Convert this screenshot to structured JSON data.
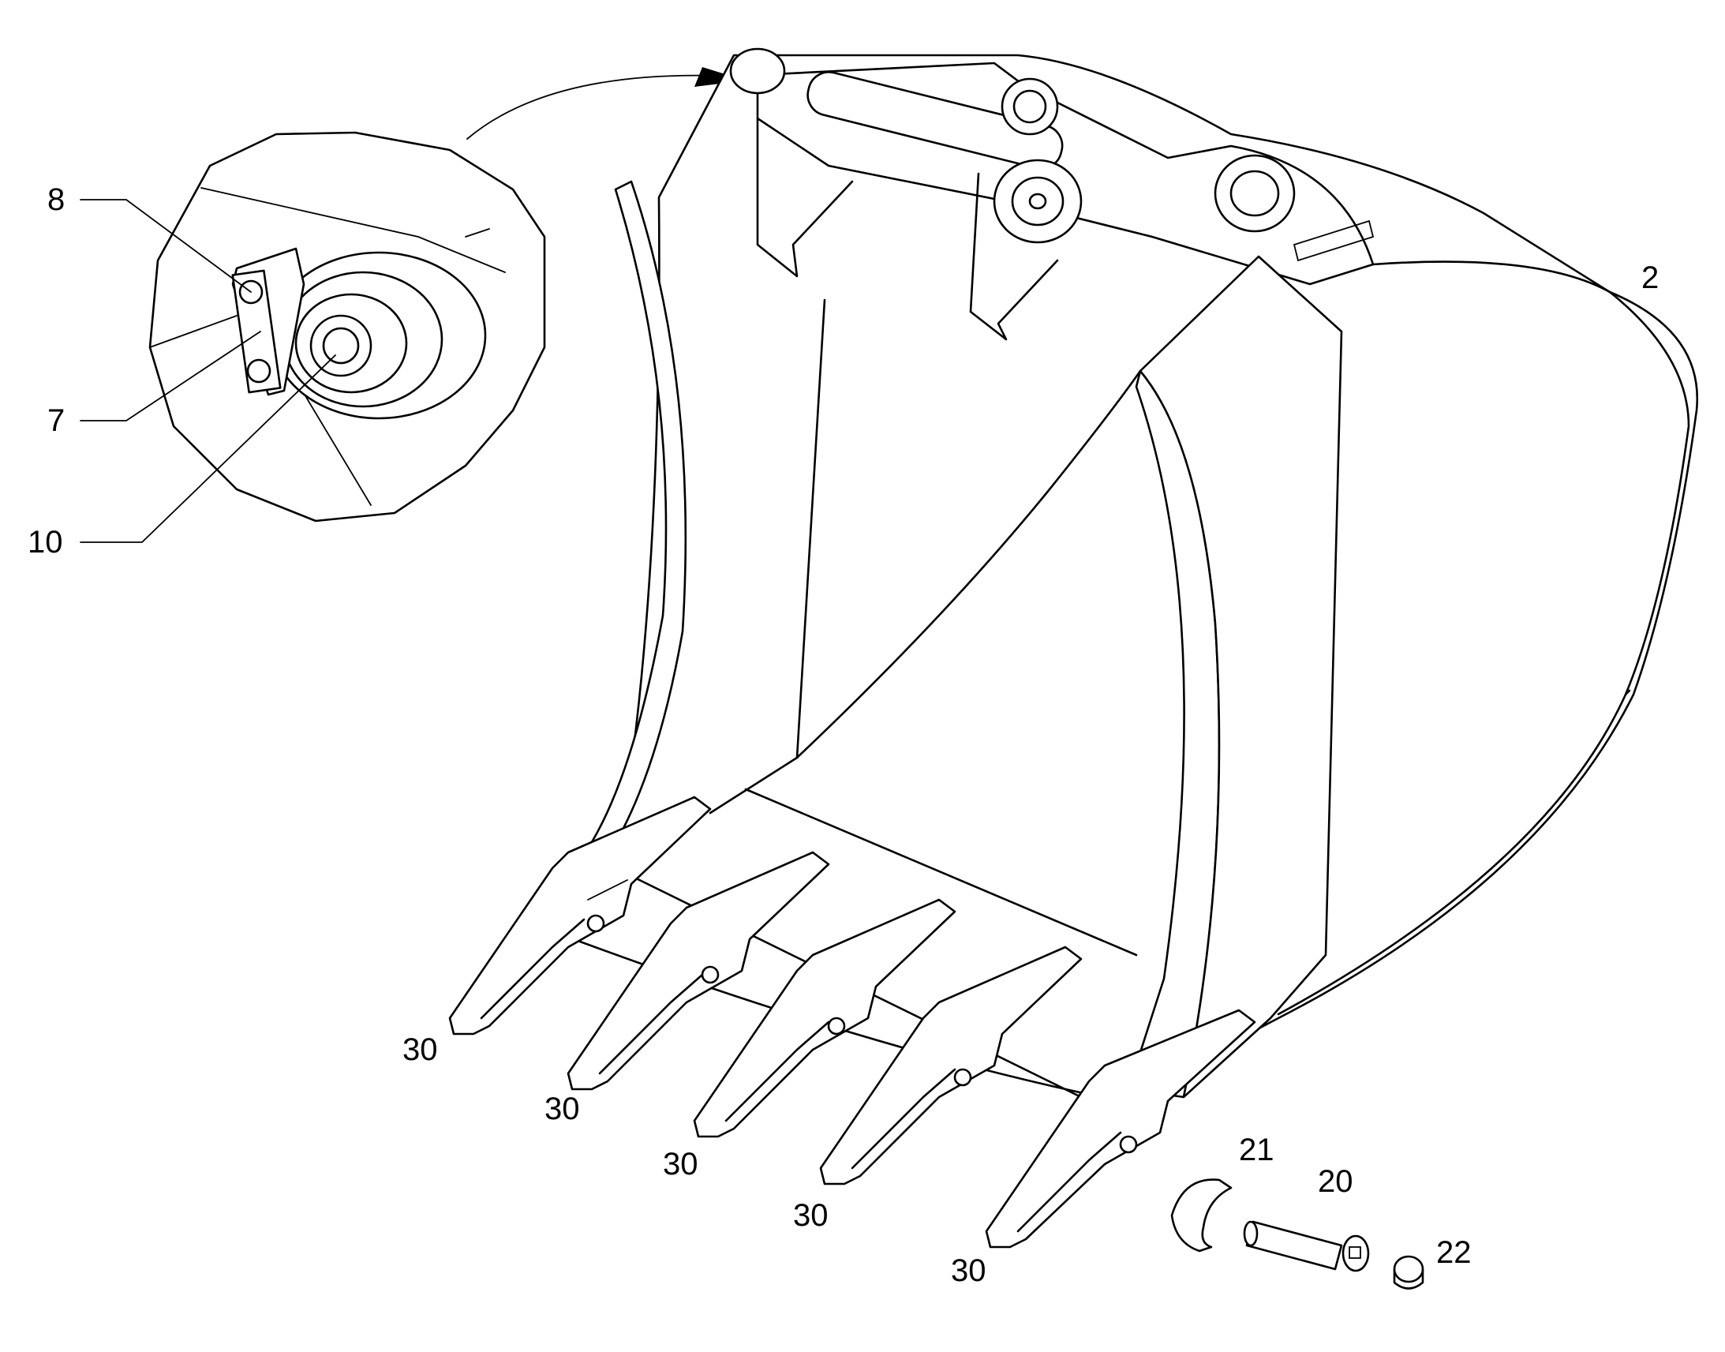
{
  "diagram": {
    "type": "exploded-parts-drawing",
    "callouts": {
      "c8": "8",
      "c7": "7",
      "c10": "10",
      "c2": "2",
      "c21": "21",
      "c20": "20",
      "c22": "22",
      "c30a": "30",
      "c30b": "30",
      "c30c": "30",
      "c30d": "30",
      "c30e": "30"
    },
    "colors": {
      "ink": "#000000",
      "background": "#ffffff"
    }
  }
}
